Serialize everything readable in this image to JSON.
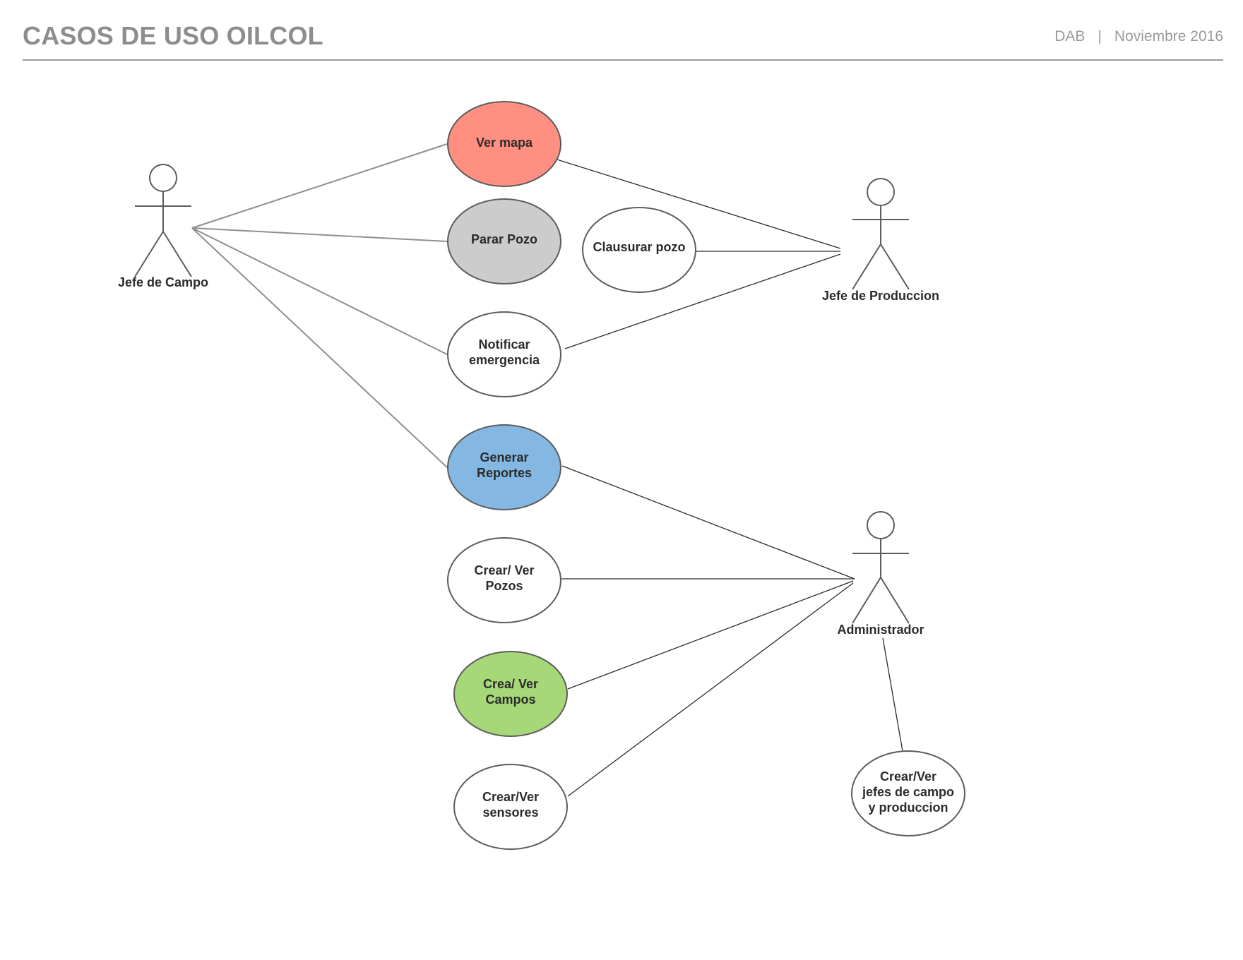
{
  "header": {
    "title": "CASOS DE USO OILCOL",
    "author": "DAB",
    "separator": "|",
    "date": "Noviembre 2016"
  },
  "colors": {
    "ver_mapa": "#ff8f80",
    "parar_pozo": "#cccccc",
    "generar_reportes": "#84b8e2",
    "crea_ver_campos": "#a6d877",
    "default_use_case": "#ffffff",
    "outline": "#5c5c5c"
  },
  "actors": {
    "jefe_campo": "Jefe de Campo",
    "jefe_produccion": "Jefe de Produccion",
    "administrador": "Administrador"
  },
  "use_cases": {
    "ver_mapa": [
      "Ver mapa"
    ],
    "parar_pozo": [
      "Parar Pozo"
    ],
    "clausurar_pozo": [
      "Clausurar pozo"
    ],
    "notificar_emergencia": [
      "Notificar",
      "emergencia"
    ],
    "generar_reportes": [
      "Generar",
      "Reportes"
    ],
    "crear_ver_pozos": [
      "Crear/ Ver",
      "Pozos"
    ],
    "crea_ver_campos": [
      "Crea/ Ver",
      "Campos"
    ],
    "crear_ver_sensores": [
      "Crear/Ver",
      "sensores"
    ],
    "crear_ver_jefes": [
      "Crear/Ver",
      "jefes de campo",
      "y produccion"
    ]
  }
}
